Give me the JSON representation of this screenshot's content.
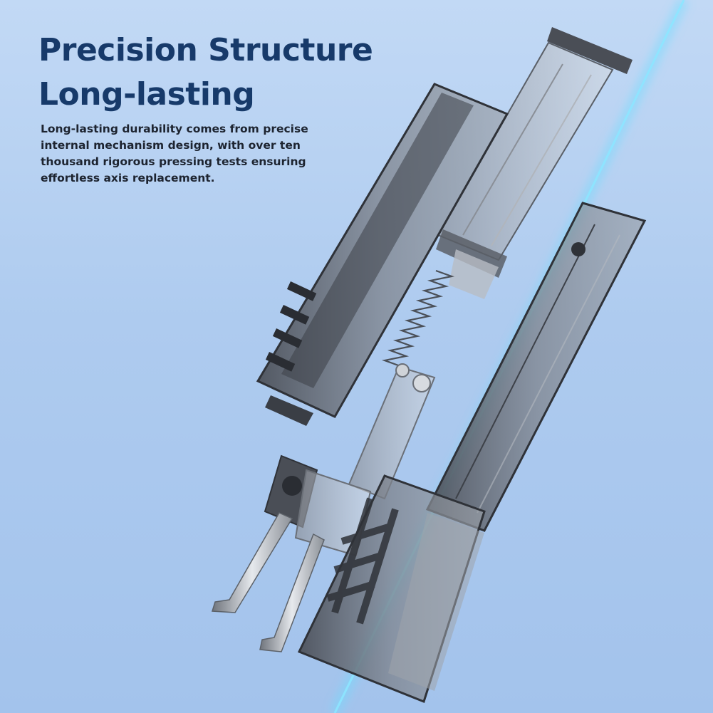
{
  "headline": {
    "line1": "Precision Structure",
    "line2": "Long-lasting"
  },
  "body_text": "Long-lasting durability comes from precise internal mechanism design, with over ten thousand rigorous pressing tests ensuring effortless axis replacement.",
  "illustration": {
    "subject": "exploded-view-switch-puller-icon",
    "colors": {
      "background_top": "#c2d9f5",
      "background_bottom": "#a3c3ec",
      "glow_line": "#4fd0ff",
      "housing": "#6a6f78",
      "housing_dark": "#3a3e45",
      "metal": "#c8ccd2",
      "headline": "#173a6a"
    }
  }
}
